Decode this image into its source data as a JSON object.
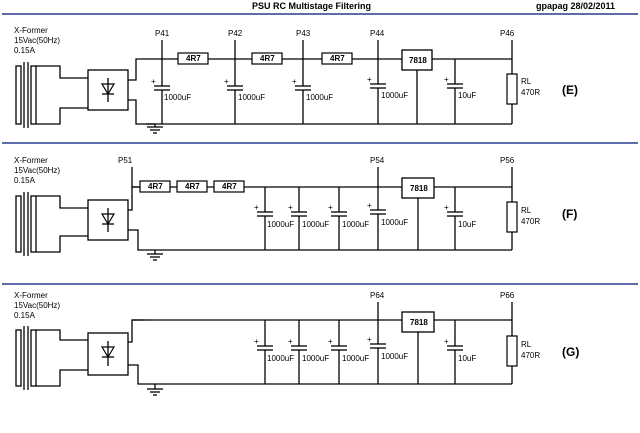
{
  "header": {
    "title": "PSU RC Multistage Filtering",
    "author_date": "gpapag 28/02/2011"
  },
  "source_label": [
    "X-Former",
    "15Vac(50Hz)",
    "0.15A"
  ],
  "components": {
    "resistor": "4R7",
    "capacitor": "1000uF",
    "regulator": "7818",
    "output_cap": "10uF",
    "load_line1": "RL",
    "load_line2": "470R"
  },
  "circuits": [
    {
      "tag": "(E)",
      "points": [
        "P41",
        "P42",
        "P43",
        "P44",
        "P46"
      ]
    },
    {
      "tag": "(F)",
      "points": [
        "P51",
        "P54",
        "P56"
      ]
    },
    {
      "tag": "(G)",
      "points": [
        "P64",
        "P66"
      ]
    }
  ],
  "colors": {
    "header_rule": "#2a3b8f"
  }
}
